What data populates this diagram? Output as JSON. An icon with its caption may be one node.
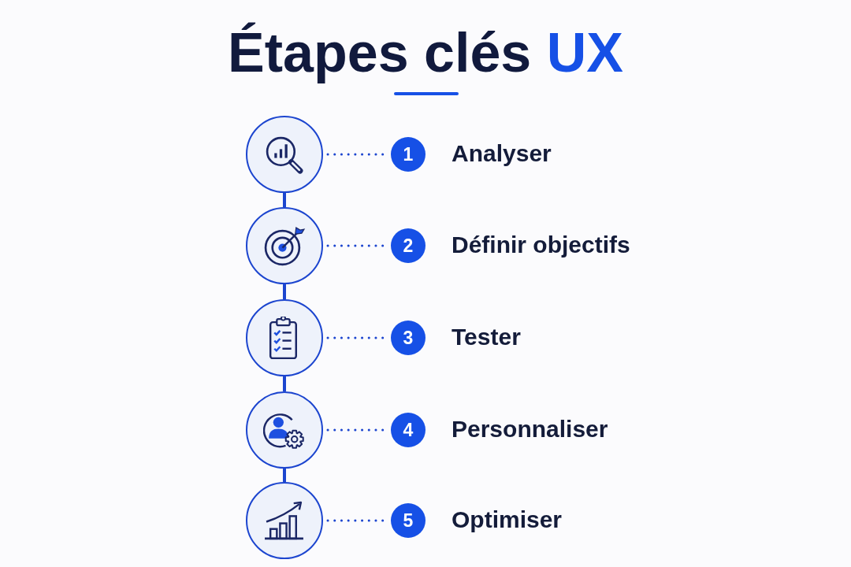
{
  "diagram": {
    "title": "Étapes clés UX",
    "nodes": [
      {
        "text": [],
        "shape": "circle"
      },
      {
        "text": [
          "1"
        ],
        "beside": [
          "Analyser"
        ]
      },
      {
        "text": [],
        "shape": "circle"
      },
      {
        "text": [
          "2"
        ],
        "beside": [
          "Définir objectifs"
        ]
      },
      {
        "text": [],
        "shape": "circle"
      },
      {
        "text": [
          "3"
        ],
        "beside": [
          "Tester"
        ]
      },
      {
        "text": [],
        "shape": "circle"
      },
      {
        "text": [
          "4"
        ],
        "beside": [
          "Personnaliser"
        ]
      },
      {
        "text": [],
        "shape": "circle"
      },
      {
        "text": [
          "5"
        ],
        "beside": [
          "Optimiser"
        ]
      }
    ],
    "edges": [
      {
        "from": 0,
        "to": 1,
        "arrow": "none",
        "style": "dashed"
      },
      {
        "from": 0,
        "to": 2,
        "arrow": "none"
      },
      {
        "from": 2,
        "to": 3,
        "arrow": "none",
        "style": "dashed"
      },
      {
        "from": 2,
        "to": 4,
        "arrow": "none"
      },
      {
        "from": 4,
        "to": 5,
        "arrow": "none",
        "style": "dashed"
      },
      {
        "from": 4,
        "to": 6,
        "arrow": "none"
      },
      {
        "from": 6,
        "to": 7,
        "arrow": "none",
        "style": "dashed"
      },
      {
        "from": 6,
        "to": 8,
        "arrow": "none"
      },
      {
        "from": 8,
        "to": 9,
        "arrow": "none",
        "style": "dashed"
      }
    ]
  }
}
